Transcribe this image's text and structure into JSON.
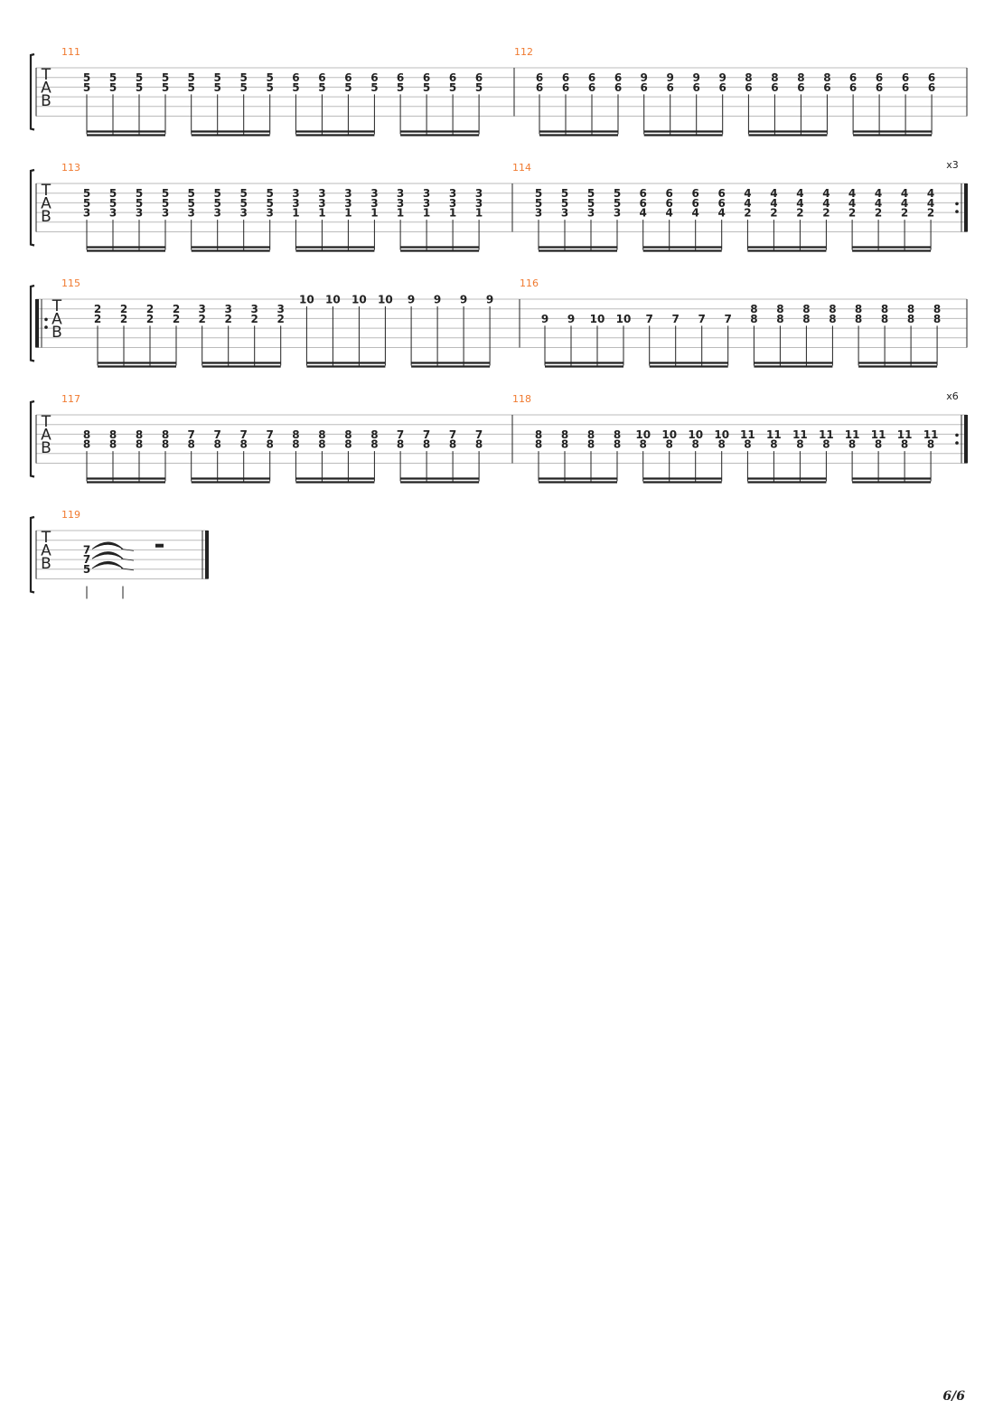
{
  "page": {
    "number": "6/6"
  },
  "tab_clef": [
    "T",
    "A",
    "B"
  ],
  "colors": {
    "measure_number": "#f07a30",
    "ink": "#222222",
    "staff_line": "#bbbbbb"
  },
  "systems": [
    {
      "measures": [
        {
          "number": "111",
          "beam_groups": 4,
          "notes_per_group": 4,
          "strings": {
            "1": [
              "5",
              "5",
              "5",
              "5",
              "5",
              "5",
              "5",
              "5",
              "6",
              "6",
              "6",
              "6",
              "6",
              "6",
              "6",
              "6"
            ],
            "2": [
              "5",
              "5",
              "5",
              "5",
              "5",
              "5",
              "5",
              "5",
              "5",
              "5",
              "5",
              "5",
              "5",
              "5",
              "5",
              "5"
            ]
          }
        },
        {
          "number": "112",
          "beam_groups": 4,
          "notes_per_group": 4,
          "strings": {
            "1": [
              "6",
              "6",
              "6",
              "6",
              "9",
              "9",
              "9",
              "9",
              "8",
              "8",
              "8",
              "8",
              "6",
              "6",
              "6",
              "6"
            ],
            "2": [
              "6",
              "6",
              "6",
              "6",
              "6",
              "6",
              "6",
              "6",
              "6",
              "6",
              "6",
              "6",
              "6",
              "6",
              "6",
              "6"
            ]
          }
        }
      ]
    },
    {
      "repeat_count": "x3",
      "end_repeat": true,
      "measures": [
        {
          "number": "113",
          "beam_groups": 4,
          "notes_per_group": 4,
          "strings": {
            "1": [
              "5",
              "5",
              "5",
              "5",
              "5",
              "5",
              "5",
              "5",
              "3",
              "3",
              "3",
              "3",
              "3",
              "3",
              "3",
              "3"
            ],
            "2": [
              "5",
              "5",
              "5",
              "5",
              "5",
              "5",
              "5",
              "5",
              "3",
              "3",
              "3",
              "3",
              "3",
              "3",
              "3",
              "3"
            ],
            "3": [
              "3",
              "3",
              "3",
              "3",
              "3",
              "3",
              "3",
              "3",
              "1",
              "1",
              "1",
              "1",
              "1",
              "1",
              "1",
              "1"
            ]
          }
        },
        {
          "number": "114",
          "beam_groups": 4,
          "notes_per_group": 4,
          "strings": {
            "1": [
              "5",
              "5",
              "5",
              "5",
              "6",
              "6",
              "6",
              "6",
              "4",
              "4",
              "4",
              "4",
              "4",
              "4",
              "4",
              "4"
            ],
            "2": [
              "5",
              "5",
              "5",
              "5",
              "6",
              "6",
              "6",
              "6",
              "4",
              "4",
              "4",
              "4",
              "4",
              "4",
              "4",
              "4"
            ],
            "3": [
              "3",
              "3",
              "3",
              "3",
              "4",
              "4",
              "4",
              "4",
              "2",
              "2",
              "2",
              "2",
              "2",
              "2",
              "2",
              "2"
            ]
          }
        }
      ]
    },
    {
      "start_repeat": true,
      "measures": [
        {
          "number": "115",
          "beam_groups": 4,
          "notes_per_group": 4,
          "strings": {
            "0": [
              "",
              "",
              "",
              "",
              "",
              "",
              "",
              "",
              "10",
              "10",
              "10",
              "10",
              "9",
              "9",
              "9",
              "9"
            ],
            "1": [
              "2",
              "2",
              "2",
              "2",
              "3",
              "3",
              "3",
              "3",
              "",
              "",
              "",
              "",
              "",
              "",
              "",
              ""
            ],
            "2": [
              "2",
              "2",
              "2",
              "2",
              "2",
              "2",
              "2",
              "2",
              "",
              "",
              "",
              "",
              "",
              "",
              "",
              ""
            ]
          }
        },
        {
          "number": "116",
          "beam_groups": 4,
          "notes_per_group": 4,
          "strings": {
            "1": [
              "",
              "",
              "",
              "",
              "",
              "",
              "",
              "",
              "8",
              "8",
              "8",
              "8",
              "8",
              "8",
              "8",
              "8"
            ],
            "2": [
              "9",
              "9",
              "10",
              "10",
              "7",
              "7",
              "7",
              "7",
              "8",
              "8",
              "8",
              "8",
              "8",
              "8",
              "8",
              "8"
            ]
          }
        }
      ]
    },
    {
      "repeat_count": "x6",
      "end_repeat": true,
      "measures": [
        {
          "number": "117",
          "beam_groups": 4,
          "notes_per_group": 4,
          "strings": {
            "2": [
              "8",
              "8",
              "8",
              "8",
              "7",
              "7",
              "7",
              "7",
              "8",
              "8",
              "8",
              "8",
              "7",
              "7",
              "7",
              "7"
            ],
            "3": [
              "8",
              "8",
              "8",
              "8",
              "8",
              "8",
              "8",
              "8",
              "8",
              "8",
              "8",
              "8",
              "8",
              "8",
              "8",
              "8"
            ]
          }
        },
        {
          "number": "118",
          "beam_groups": 4,
          "notes_per_group": 4,
          "strings": {
            "2": [
              "8",
              "8",
              "8",
              "8",
              "10",
              "10",
              "10",
              "10",
              "11",
              "11",
              "11",
              "11",
              "11",
              "11",
              "11",
              "11"
            ],
            "3": [
              "8",
              "8",
              "8",
              "8",
              "8",
              "8",
              "8",
              "8",
              "8",
              "8",
              "8",
              "8",
              "8",
              "8",
              "8",
              "8"
            ]
          }
        }
      ]
    },
    {
      "final_barline": true,
      "measures": [
        {
          "number": "119",
          "tied_chord": [
            "7",
            "7",
            "5"
          ],
          "rest": "half"
        }
      ]
    }
  ]
}
